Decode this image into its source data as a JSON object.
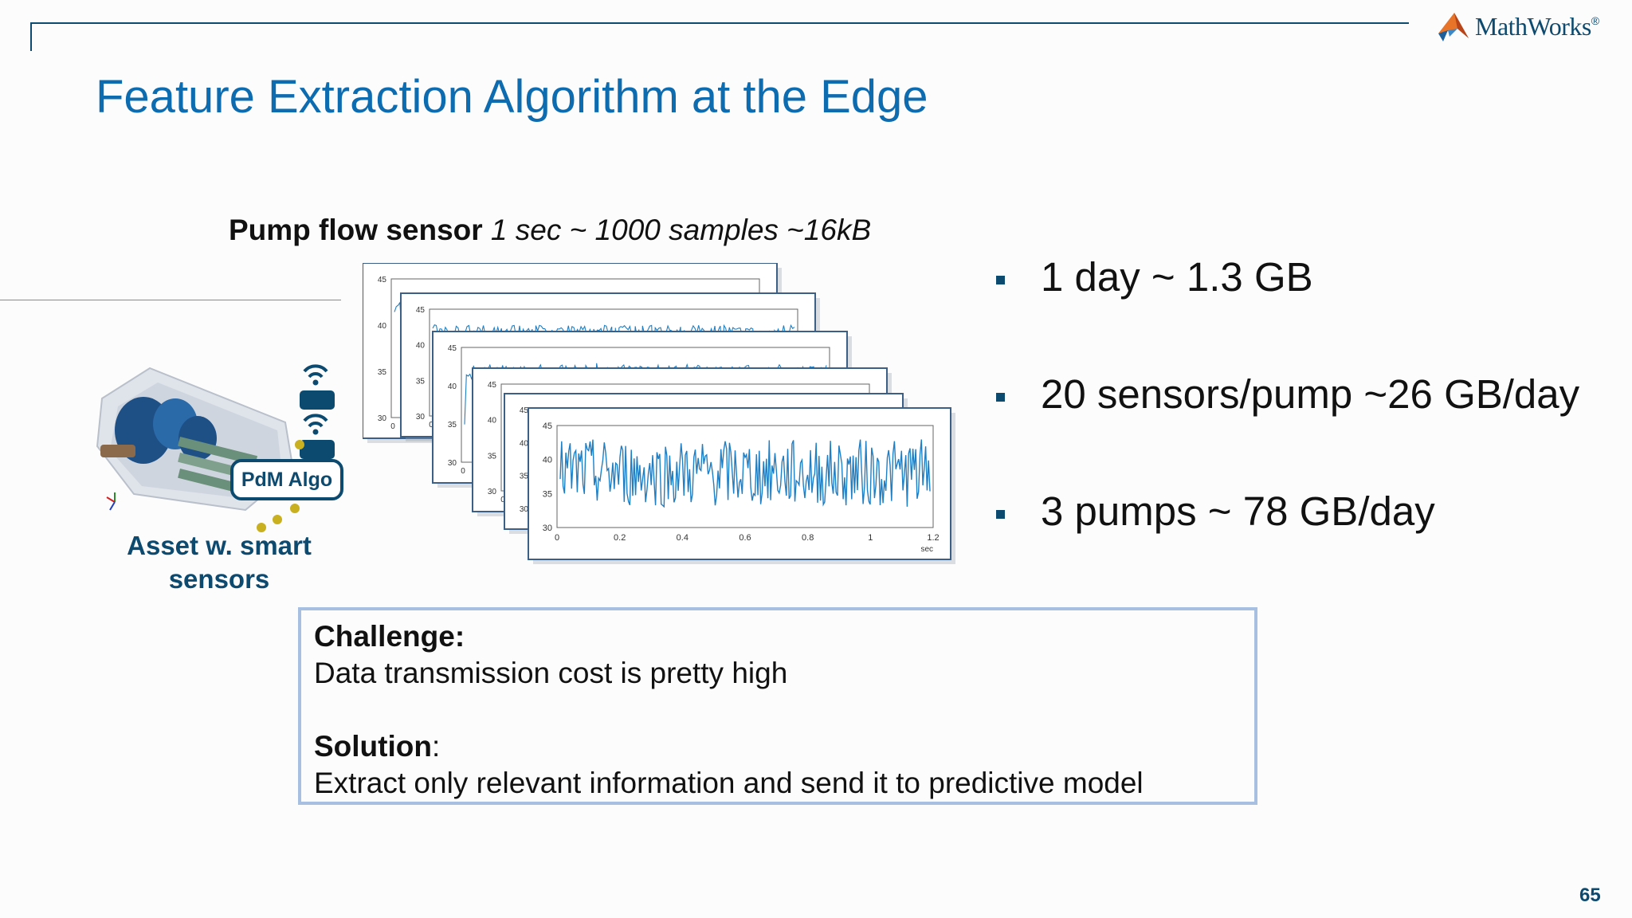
{
  "brand": {
    "logo_text": "MathWorks",
    "logo_reg": "®",
    "logo_icon": "membrane-logo-icon"
  },
  "slide": {
    "title": "Feature Extraction Algorithm at the Edge",
    "sensor_caption": {
      "bold": "Pump flow sensor",
      "italic": " 1 sec ~ 1000 samples  ~16kB"
    },
    "asset": {
      "pdm_label": "PdM Algo",
      "label": "Asset w. smart sensors",
      "icons": [
        "wifi-sensor-icon",
        "wifi-sensor-icon"
      ]
    },
    "bullets": [
      "1 day ~ 1.3 GB",
      "20 sensors/pump ~26 GB/day",
      "3 pumps ~ 78 GB/day"
    ],
    "challenge_box": {
      "challenge_label": "Challenge:",
      "challenge_text": "Data transmission cost is pretty high",
      "solution_label": "Solution",
      "solution_colon": ":",
      "solution_text": "Extract only relevant information and send it to predictive model"
    },
    "page_number": "65"
  },
  "colors": {
    "title": "#0d6bb0",
    "brand_dark": "#0d4a6f",
    "signal": "#1f7fc4",
    "box_border": "#a7bfe0"
  },
  "chart_data": {
    "type": "line",
    "stack_count": 6,
    "x_ticks": [
      "0",
      "0.2",
      "0.4",
      "0.6",
      "0.8",
      "1",
      "1.2"
    ],
    "x_unit": "sec",
    "y_ticks": [
      "30",
      "35",
      "40",
      "45"
    ],
    "xlim": [
      0,
      1.2
    ],
    "ylim": [
      30,
      45
    ],
    "signal_center": 38,
    "signal_amplitude": 5
  }
}
